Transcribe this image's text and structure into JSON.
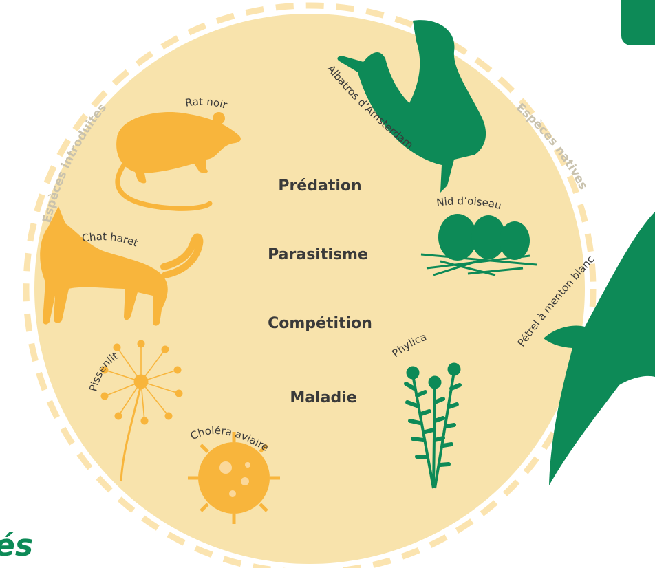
{
  "colors": {
    "circle_fill": "#f8e3ac",
    "dash": "#fbe4b0",
    "introduced": "#f8b53c",
    "native": "#0d8a57",
    "text": "#3a3a3a",
    "ring_text": "#c9c2ad"
  },
  "ring_labels": {
    "introduced": "Espèces introduites",
    "native": "Espèces natives"
  },
  "interactions": [
    "Prédation",
    "Parasitisme",
    "Compétition",
    "Maladie"
  ],
  "introduced_species": [
    {
      "label": "Rat noir",
      "icon": "rat-icon"
    },
    {
      "label": "Chat haret",
      "icon": "cat-icon"
    },
    {
      "label": "Pissenlit",
      "icon": "dandelion-icon"
    },
    {
      "label": "Choléra aviaire",
      "icon": "virus-icon"
    }
  ],
  "native_species": [
    {
      "label": "Albatros d’Amsterdam",
      "icon": "albatross-icon"
    },
    {
      "label": "Nid d’oiseau",
      "icon": "nest-icon"
    },
    {
      "label": "Phylica",
      "icon": "phylica-icon"
    },
    {
      "label": "Pétrel à menton blanc",
      "icon": "petrel-icon"
    }
  ],
  "partial_title": "és"
}
